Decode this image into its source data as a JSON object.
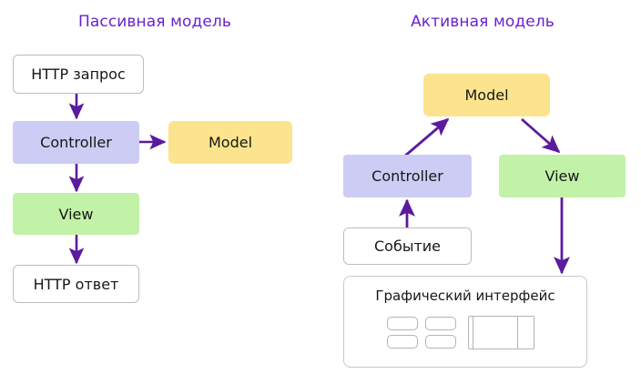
{
  "diagram": {
    "type": "flow-diagram",
    "accent_purple": "#5c1a9e",
    "title_purple": "#6a21cc",
    "colors": {
      "lavender": "#ccccf5",
      "yellow": "#fbe48d",
      "green": "#c2f2a8",
      "plain_border": "#bdbdbd",
      "background": "#ffffff"
    }
  },
  "panels": {
    "passive": {
      "title": "Пассивная модель",
      "nodes": {
        "http_request": "HTTP запрос",
        "controller": "Controller",
        "model": "Model",
        "view": "View",
        "http_response": "HTTP ответ"
      },
      "edges": [
        {
          "from": "HTTP запрос",
          "to": "Controller",
          "style": "straight-down"
        },
        {
          "from": "Controller",
          "to": "Model",
          "style": "straight-right"
        },
        {
          "from": "Controller",
          "to": "View",
          "style": "straight-down"
        },
        {
          "from": "View",
          "to": "HTTP ответ",
          "style": "straight-down"
        }
      ]
    },
    "active": {
      "title": "Активная модель",
      "nodes": {
        "model": "Model",
        "controller": "Controller",
        "view": "View",
        "event": "Событие",
        "gui": "Графический интерфейс"
      },
      "gui_widgets": {
        "buttons": [
          "button-1",
          "button-2",
          "button-3",
          "button-4"
        ],
        "list": "list-widget"
      },
      "edges": [
        {
          "from": "Controller",
          "to": "Model",
          "style": "diagonal-up-right"
        },
        {
          "from": "Model",
          "to": "View",
          "style": "diagonal-down-right"
        },
        {
          "from": "Событие",
          "to": "Controller",
          "style": "straight-up"
        },
        {
          "from": "View",
          "to": "Графический интерфейс",
          "style": "straight-down"
        }
      ]
    }
  }
}
